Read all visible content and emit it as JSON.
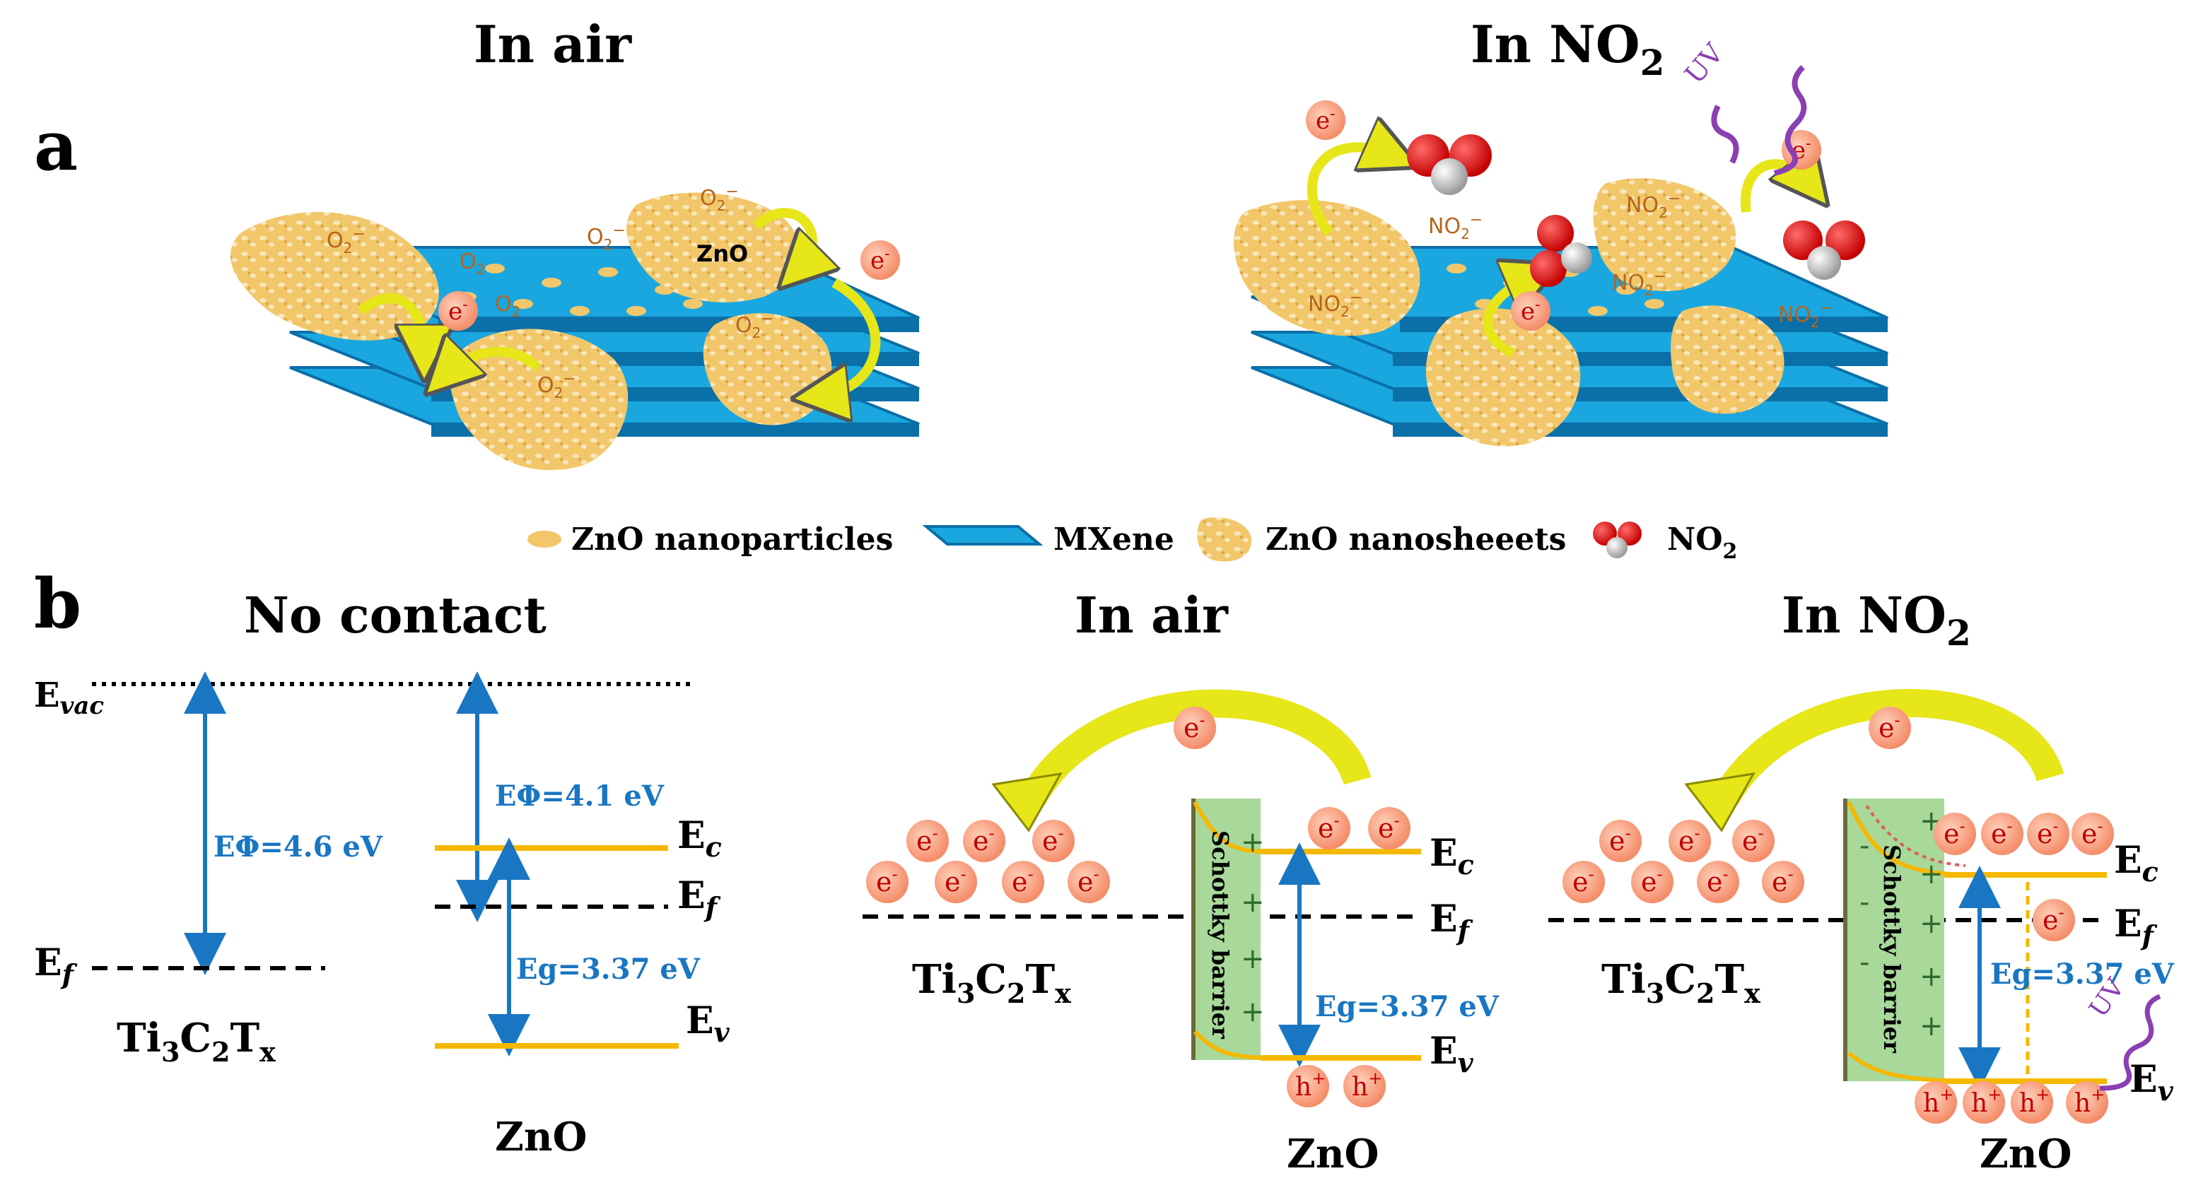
{
  "panel_a": {
    "letter": "a",
    "title_left": "In air",
    "title_right_main": "In NO",
    "title_right_sub": "2",
    "uv": "UV",
    "electron": "e",
    "electron_sup": "-",
    "o2_minus": "O",
    "o2_sub": "2",
    "o2_sup": "−",
    "zno_label": "ZnO",
    "no2_main": "NO",
    "no2_sub": "2",
    "no2_sup": "−"
  },
  "legend": {
    "zno_nanoparticles": "ZnO nanoparticles",
    "mxene": "MXene",
    "zno_nanosheets": "ZnO nanosheeets",
    "no2_main": "NO",
    "no2_sub": "2"
  },
  "panel_b": {
    "letter": "b",
    "no_contact": {
      "title": "No contact",
      "e_vac": "E",
      "e_vac_sub": "vac",
      "e_f": "E",
      "e_f_sub": "f",
      "phi_left": "EΦ=4.6 eV",
      "phi_right": "EΦ=4.1 eV",
      "ec": "E",
      "ec_sub": "c",
      "ef": "E",
      "ef_sub": "f",
      "ev": "E",
      "ev_sub": "v",
      "eg": "Eg=3.37 eV",
      "ti_main": "Ti",
      "ti_sub1": "3",
      "ti_c": "C",
      "ti_sub2": "2",
      "ti_t": "T",
      "ti_x": "x",
      "zno": "ZnO"
    },
    "in_air": {
      "title": "In air",
      "electron": "e",
      "hole": "h",
      "hole_sup": "+",
      "barrier": "Schottky barrier",
      "eg": "Eg=3.37 eV",
      "ec": "E",
      "ec_sub": "c",
      "ef": "E",
      "ef_sub": "f",
      "ev": "E",
      "ev_sub": "v",
      "zno": "ZnO"
    },
    "in_no2": {
      "title_main": "In NO",
      "title_sub": "2",
      "electron": "e",
      "hole": "h",
      "hole_sup": "+",
      "barrier": "Schottky barrier",
      "eg": "Eg=3.37 eV",
      "uv": "UV",
      "ec": "E",
      "ec_sub": "c",
      "ef": "E",
      "ef_sub": "f",
      "ev": "E",
      "ev_sub": "v",
      "zno": "ZnO"
    }
  },
  "colors": {
    "mxene_blue": "#1aa7e0",
    "mxene_dark": "#0b6fa8",
    "zno_yellow": "#f2c76a",
    "arrow_yellow": "#e6e619",
    "electron_red": "#f7a07e",
    "band_orange": "#f5b800",
    "label_blue": "#1976c2",
    "barrier_green": "#a8d89a",
    "uv_purple": "#8a3fb3"
  }
}
